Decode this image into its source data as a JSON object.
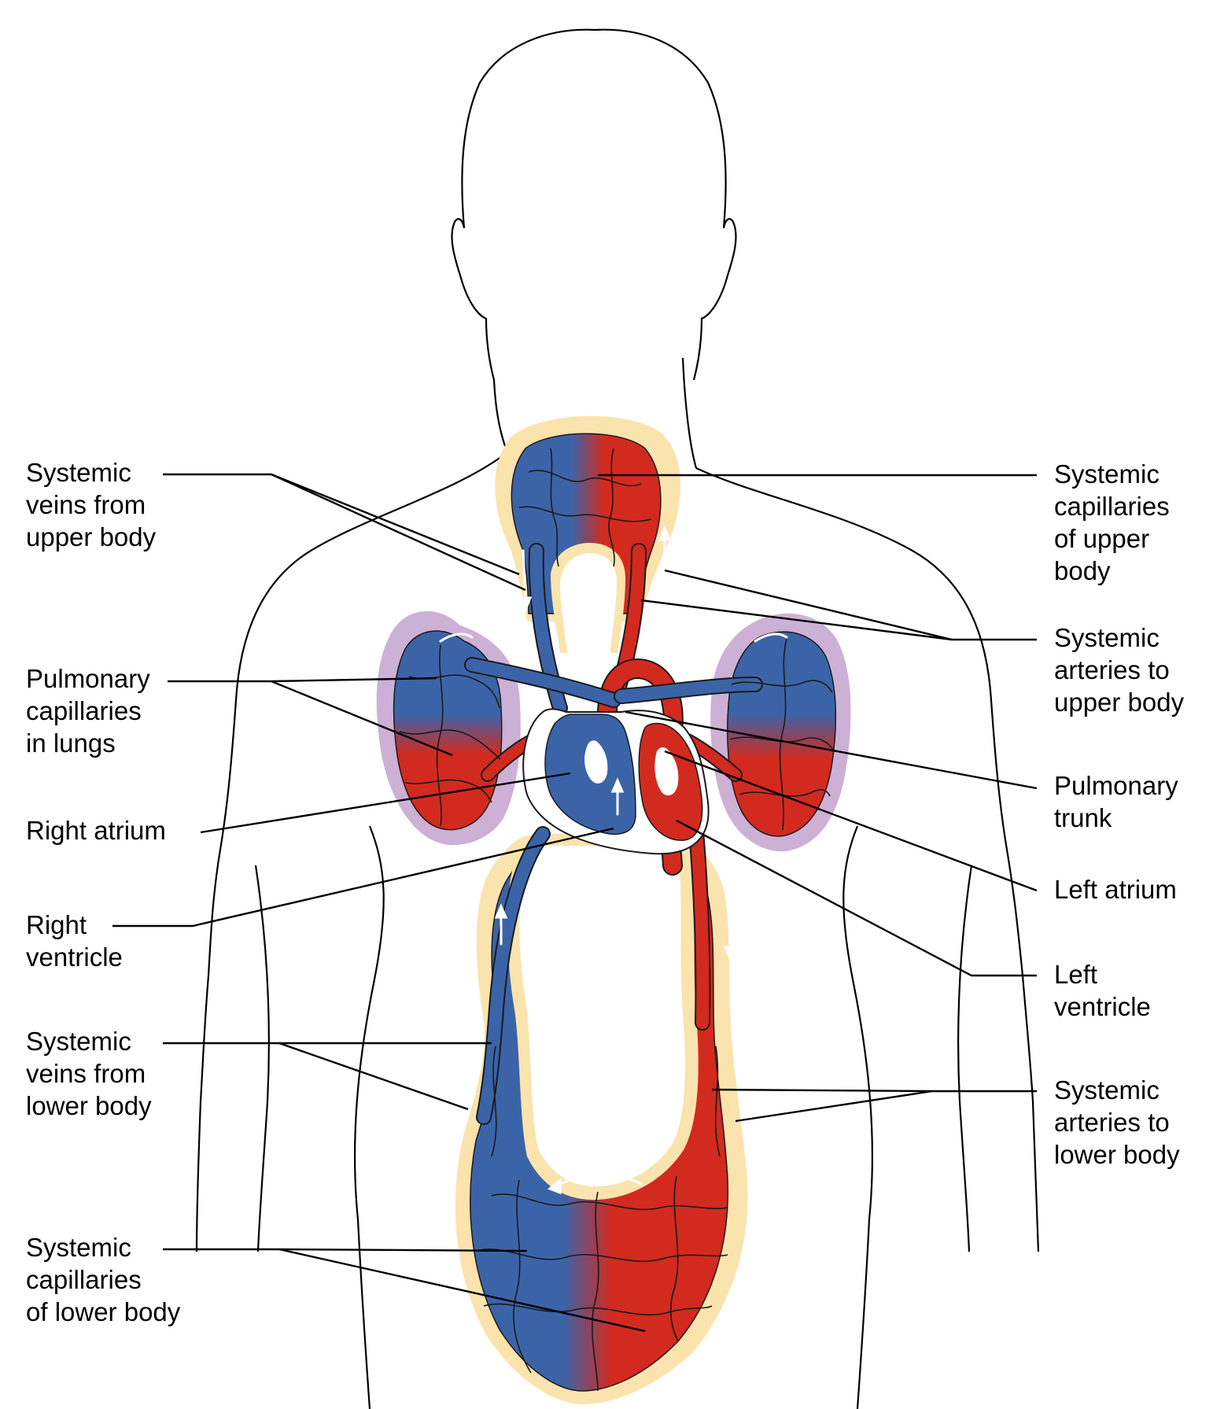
{
  "colors": {
    "oxygenated": "#D22A1E",
    "deoxygenated": "#3B64A8",
    "tissue": "#FBE3AE",
    "lung_halo": "#CDB0D6",
    "outline": "#000000"
  },
  "labels": {
    "systemic_veins_upper": "Systemic\nveins from\nupper body",
    "pulmonary_capillaries": "Pulmonary\ncapillaries\nin lungs",
    "right_atrium": "Right atrium",
    "right_ventricle": "Right\nventricle",
    "systemic_veins_lower": "Systemic\nveins from\nlower body",
    "systemic_capillaries_lower": "Systemic\ncapillaries\nof lower body",
    "systemic_capillaries_upper": "Systemic\ncapillaries\nof upper\nbody",
    "systemic_arteries_upper": "Systemic\narteries to\nupper body",
    "pulmonary_trunk": "Pulmonary\ntrunk",
    "left_atrium": "Left atrium",
    "left_ventricle": "Left\nventricle",
    "systemic_arteries_lower": "Systemic\narteries to\nlower body"
  }
}
